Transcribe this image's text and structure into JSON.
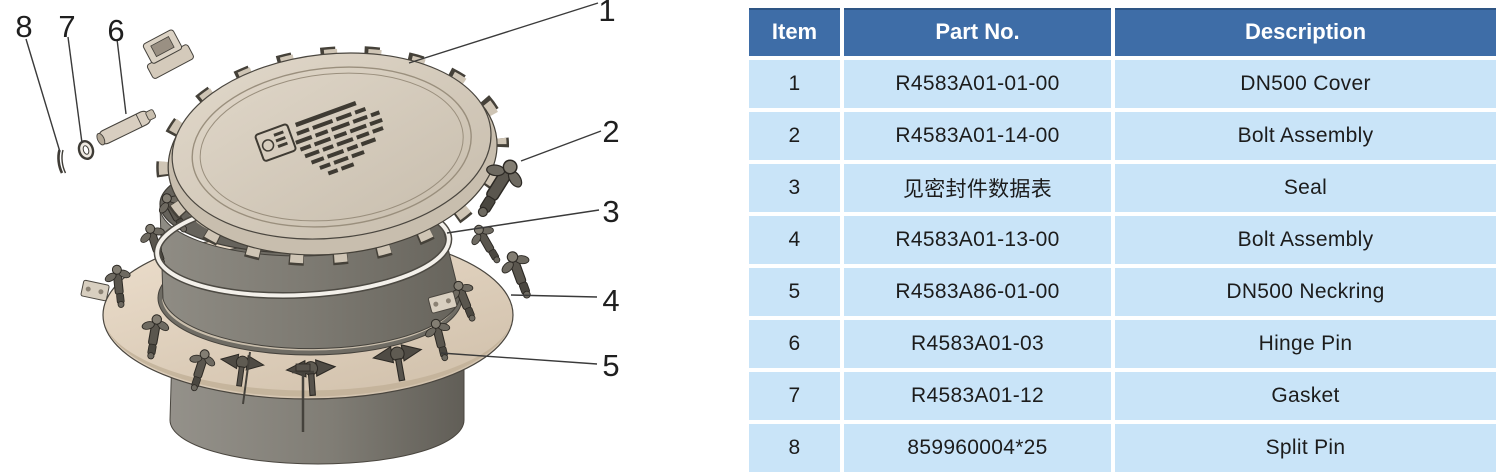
{
  "diagram": {
    "callouts": [
      "1",
      "2",
      "3",
      "4",
      "5",
      "6",
      "7",
      "8"
    ]
  },
  "table": {
    "columns": [
      "Item",
      "Part No.",
      "Description"
    ],
    "rows": [
      {
        "item": "1",
        "part_no": "R4583A01-01-00",
        "description": "DN500 Cover"
      },
      {
        "item": "2",
        "part_no": "R4583A01-14-00",
        "description": "Bolt Assembly"
      },
      {
        "item": "3",
        "part_no": "见密封件数据表",
        "description": "Seal"
      },
      {
        "item": "4",
        "part_no": "R4583A01-13-00",
        "description": "Bolt Assembly"
      },
      {
        "item": "5",
        "part_no": "R4583A86-01-00",
        "description": "DN500 Neckring"
      },
      {
        "item": "6",
        "part_no": "R4583A01-03",
        "description": "Hinge Pin"
      },
      {
        "item": "7",
        "part_no": "R4583A01-12",
        "description": "Gasket"
      },
      {
        "item": "8",
        "part_no": "859960004*25",
        "description": "Split Pin"
      }
    ]
  },
  "colors": {
    "table_header_bg": "#3e6da7",
    "table_row_bg": "#c9e4f8",
    "table_header_text": "#ffffff",
    "table_cell_text": "#1c1c1c",
    "diagram_metal_tan": "#d6ccbe",
    "diagram_metal_gray": "#807d75",
    "seal_ring_white": "#f3f0ea"
  }
}
